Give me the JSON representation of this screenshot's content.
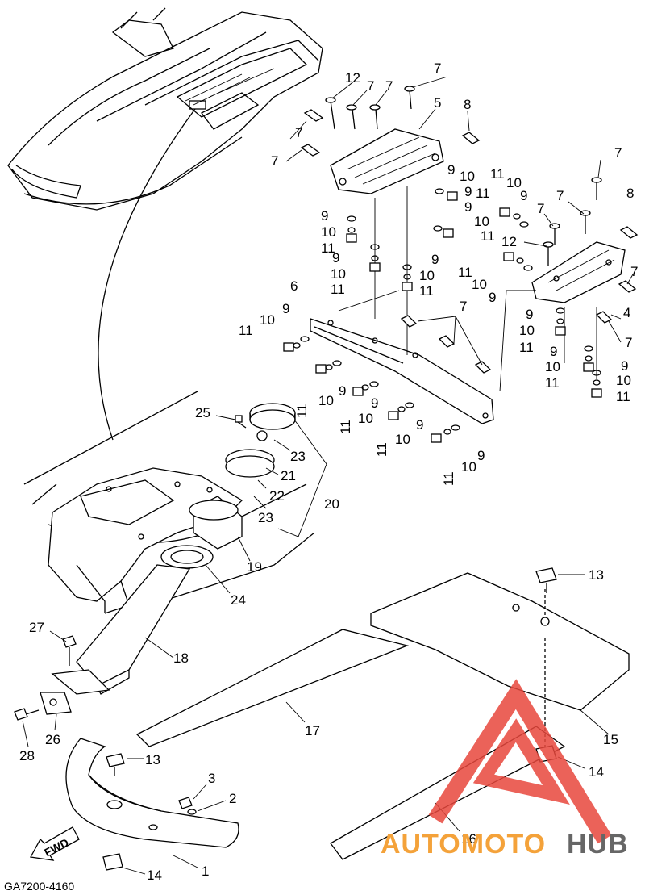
{
  "diagram_code": "GA7200-4160",
  "fwd_label": "FWD",
  "watermark": {
    "part1": "AUTOMOTO",
    "part2": "HUB",
    "color1": "#f4a23a",
    "color2": "#666666",
    "triangle_color": "#e8463c"
  },
  "callouts": {
    "n1": "1",
    "n2": "2",
    "n3": "3",
    "n4": "4",
    "n5": "5",
    "n6": "6",
    "n7": "7",
    "n8": "8",
    "n9": "9",
    "n10": "10",
    "n11": "11",
    "n12": "12",
    "n13": "13",
    "n14": "14",
    "n15": "15",
    "n16": "16",
    "n17": "17",
    "n18": "18",
    "n19": "19",
    "n20": "20",
    "n21": "21",
    "n22": "22",
    "n23": "23",
    "n24": "24",
    "n25": "25",
    "n26": "26",
    "n27": "27",
    "n28": "28"
  }
}
